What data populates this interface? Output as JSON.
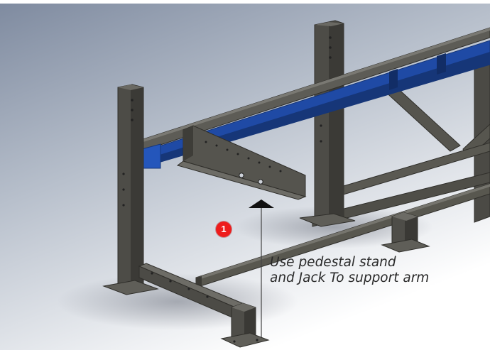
{
  "step_number": "1",
  "instruction": {
    "line1": "Use pedestal stand",
    "line2": "and Jack To support arm"
  },
  "colors": {
    "steel": "#4e4d48",
    "steel_light": "#6c6b65",
    "steel_dark": "#2f2e2a",
    "beam_blue": "#1f4aa5",
    "beam_blue_dark": "#163678",
    "badge": "#ee1c1c",
    "background_top": "#8f9aac",
    "background_bottom": "#ffffff"
  }
}
